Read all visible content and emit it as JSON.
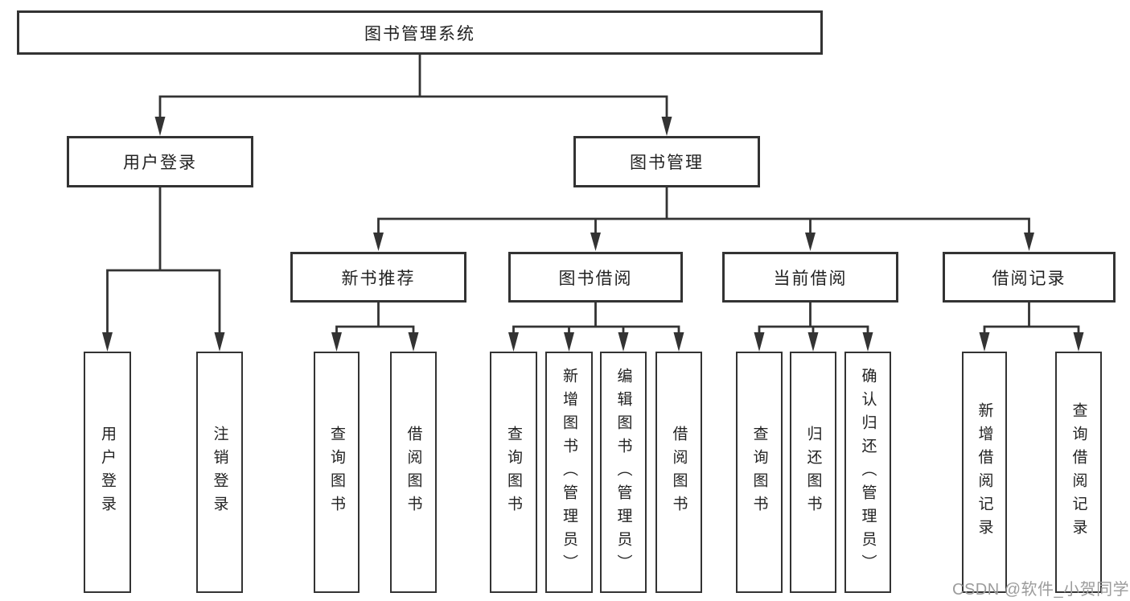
{
  "diagram": {
    "root": {
      "label": "图书管理系统"
    },
    "branches": [
      {
        "label": "用户登录",
        "children": [
          {
            "label": "用户登录"
          },
          {
            "label": "注销登录"
          }
        ]
      },
      {
        "label": "图书管理",
        "children": [
          {
            "label": "新书推荐",
            "children": [
              {
                "label": "查询图书"
              },
              {
                "label": "借阅图书"
              }
            ]
          },
          {
            "label": "图书借阅",
            "children": [
              {
                "label": "查询图书"
              },
              {
                "label": "新增图书（管理员）"
              },
              {
                "label": "编辑图书（管理员）"
              },
              {
                "label": "借阅图书"
              }
            ]
          },
          {
            "label": "当前借阅",
            "children": [
              {
                "label": "查询图书"
              },
              {
                "label": "归还图书"
              },
              {
                "label": "确认归还（管理员）"
              }
            ]
          },
          {
            "label": "借阅记录",
            "children": [
              {
                "label": "新增借阅记录"
              },
              {
                "label": "查询借阅记录"
              }
            ]
          }
        ]
      }
    ]
  },
  "watermark": {
    "text": "CSDN @软件_小贺同学"
  },
  "colors": {
    "line": "#333333",
    "border": "#333333",
    "text": "#222222",
    "watermark": "#9c9c9c",
    "background": "#ffffff"
  }
}
